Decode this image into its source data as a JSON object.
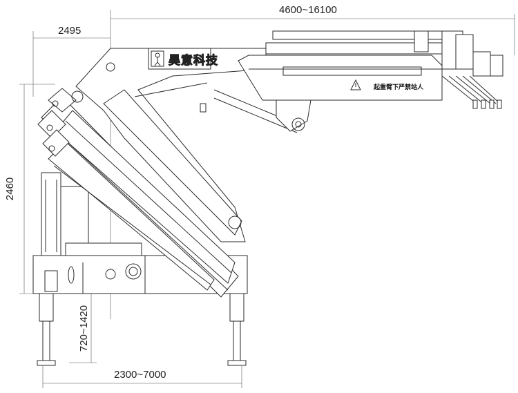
{
  "title": "Knuckle boom crane dimension drawing",
  "brand": {
    "name": "昊意科技",
    "icon": "person-logo-icon"
  },
  "warning": {
    "icon": "warning-triangle-icon",
    "text": "起重臂下严禁站人"
  },
  "dimensions": {
    "reach": "4600~16100",
    "rear_offset": "2495",
    "height": "2460",
    "leg_extension": "720~1420",
    "outrigger_span": "2300~7000"
  }
}
